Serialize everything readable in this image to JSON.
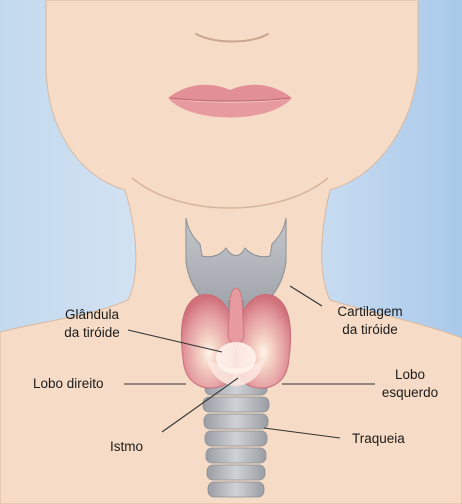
{
  "labels": {
    "glandula": [
      "Glândula",
      "da tiróide"
    ],
    "cartilagem": [
      "Cartilagem",
      "da tiróide"
    ],
    "lobo_direito": "Lobo direito",
    "lobo_esquerdo": [
      "Lobo",
      "esquerdo"
    ],
    "istmo": "Istmo",
    "traqueia": "Traqueia"
  },
  "colors": {
    "sky": "#b9d4ec",
    "skin": "#f6dcc6",
    "skin_outline": "#d6b49c",
    "lips": "#e38f96",
    "cartilage": "#aeb2b8",
    "trachea": "#b4b7bc",
    "thyroid": "#d9848a",
    "leader_line": "#333333"
  }
}
